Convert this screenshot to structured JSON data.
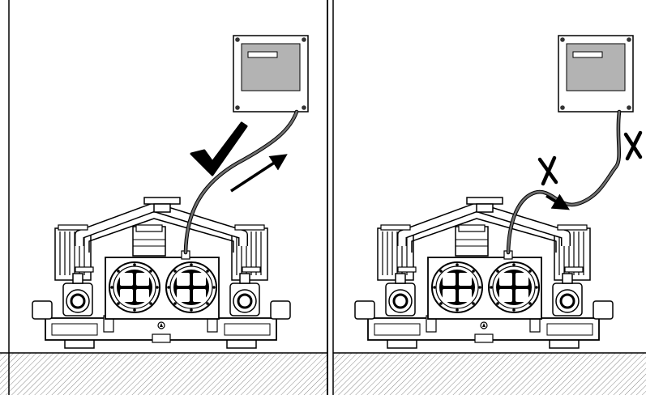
{
  "panels": [
    {
      "id": "correct",
      "mark": "check-mark",
      "cable": "direct-upward-routing"
    },
    {
      "id": "incorrect",
      "mark": "x-marks",
      "cable": "sagging-loop-routing"
    }
  ],
  "colors": {
    "line": "#000000",
    "wall": "#ffffff",
    "floor_hatch": "#888888",
    "control_screen": "#b3b3b3",
    "cable": "#6e6e6e"
  }
}
